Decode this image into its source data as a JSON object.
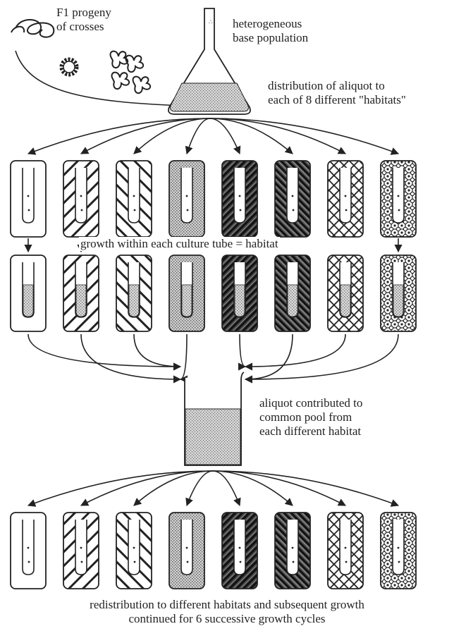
{
  "labels": {
    "progeny_line1": "F1 progeny",
    "progeny_line2": "of crosses",
    "base_line1": "heterogeneous",
    "base_line2": "base population",
    "distribution_line1": "distribution of aliquot to",
    "distribution_line2": "each of 8 different \"habitats\"",
    "growth": "growth within each culture tube = habitat",
    "pool_line1": "aliquot contributed to",
    "pool_line2": "common pool from",
    "pool_line3": "each different habitat",
    "redistribution_line1": "redistribution to different habitats and subsequent growth",
    "redistribution_line2": "continued for 6 successive growth cycles"
  },
  "habitats": [
    {
      "pattern": "none"
    },
    {
      "pattern": "diag-right-wide"
    },
    {
      "pattern": "diag-left-wide"
    },
    {
      "pattern": "stipple"
    },
    {
      "pattern": "dense-hatch-dark"
    },
    {
      "pattern": "dense-hatch-left"
    },
    {
      "pattern": "crosshatch"
    },
    {
      "pattern": "dots-grid"
    }
  ],
  "colors": {
    "ink": "#222222",
    "stipple": "#bdbdbd"
  }
}
